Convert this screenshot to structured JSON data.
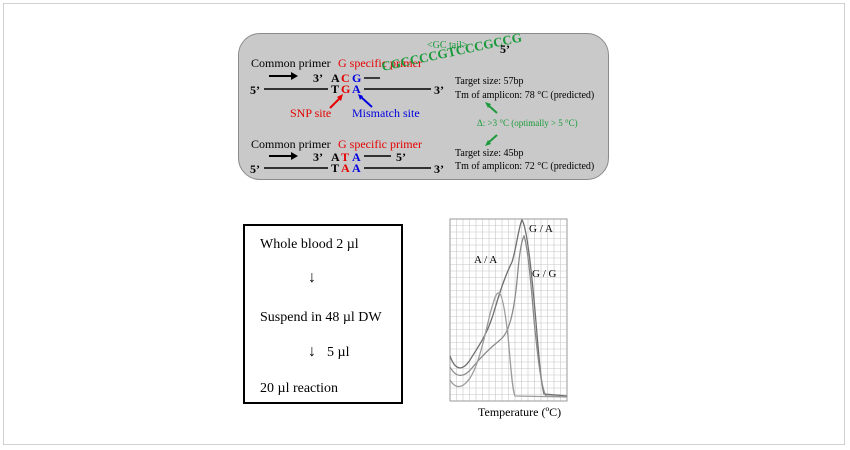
{
  "primer_diagram": {
    "gc_tail_label": "<GC tail>",
    "top": {
      "common_primer": "Common primer",
      "specific_primer": "G specific primer",
      "five_prime": "5’",
      "three_prime": "3’",
      "primer_bases": [
        "A",
        "C",
        "G"
      ],
      "gc_tail_seq": "CGCCCCGTCCCGCCG",
      "template_bases": [
        "T",
        "G",
        "A"
      ],
      "target_size": "Target size: 57bp",
      "tm": "Tm of amplicon: 78 °C (predicted)",
      "snp_site": "SNP site",
      "mismatch_site": "Mismatch site"
    },
    "delta": "Δ: >3 °C (optimally > 5 °C)",
    "bottom": {
      "common_primer": "Common primer",
      "specific_primer": "G specific primer",
      "five_prime": "5’",
      "three_prime": "3’",
      "primer_bases": [
        "A",
        "T",
        "A"
      ],
      "template_bases": [
        "T",
        "A",
        "A"
      ],
      "target_size": "Target size: 45bp",
      "tm": "Tm of amplicon: 72 °C (predicted)"
    }
  },
  "protocol": {
    "step1": "Whole blood 2 µl",
    "arrow1": "↓",
    "step2": "Suspend in 48 µl DW",
    "arrow2": "↓",
    "arrow2_label": "5 µl",
    "step3": "20 µl reaction"
  },
  "melt_chart": {
    "xlabel": "Temperature (ºC)",
    "curve_labels": [
      "A / A",
      "G / A",
      "G / G"
    ],
    "colors": {
      "curves": "#7a7a7a",
      "grid": "#c8c8c8"
    }
  }
}
